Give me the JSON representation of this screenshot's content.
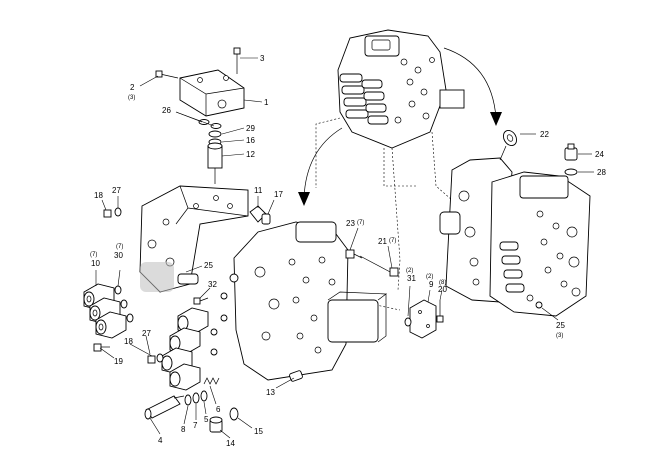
{
  "labels": {
    "l1": "1",
    "l2": "2",
    "l2q": "(3)",
    "l3": "3",
    "l4": "4",
    "l5": "5",
    "l6": "6",
    "l7": "7",
    "l8": "8",
    "l9": "9",
    "l9q": "(2)",
    "l10": "10",
    "l10q": "(7)",
    "l11": "11",
    "l12": "12",
    "l13": "13",
    "l14": "14",
    "l15": "15",
    "l16": "16",
    "l17": "17",
    "l18a": "18",
    "l18b": "18",
    "l19": "19",
    "l20": "20",
    "l20q": "(8)",
    "l21": "21",
    "l21q": "(7)",
    "l22": "22",
    "l23": "23",
    "l23q": "(7)",
    "l24": "24",
    "l25a": "25",
    "l25b": "25",
    "l25q": "(3)",
    "l26": "26",
    "l27a": "27",
    "l27b": "27",
    "l28": "28",
    "l29": "29",
    "l30": "30",
    "l30q": "(7)",
    "l31": "31",
    "l31q": "(2)",
    "l32": "32"
  }
}
